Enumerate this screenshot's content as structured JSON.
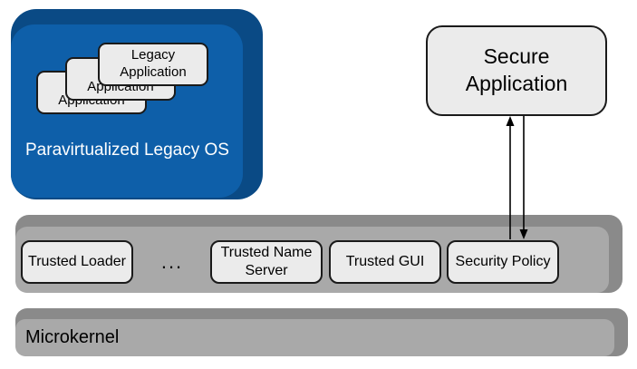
{
  "legacy_os": {
    "label": "Paravirtualized Legacy OS",
    "apps": [
      "Legacy Application",
      "Legacy Application",
      "Legacy Application"
    ]
  },
  "secure_app": {
    "label": "Secure Application"
  },
  "trusted_bar": {
    "items": [
      "Trusted Loader",
      "Trusted Name Server",
      "Trusted GUI",
      "Security Policy"
    ],
    "ellipsis": "..."
  },
  "microkernel": {
    "label": "Microkernel"
  },
  "colors": {
    "os_face": "#0e5fa9",
    "os_bevel": "#0a4a85",
    "bar_face": "#a9a9a9",
    "bar_bevel": "#8a8a8a",
    "box_fill": "#ebebeb",
    "box_border": "#1a1a1a",
    "os_text": "#ffffff",
    "text": "#000000"
  }
}
